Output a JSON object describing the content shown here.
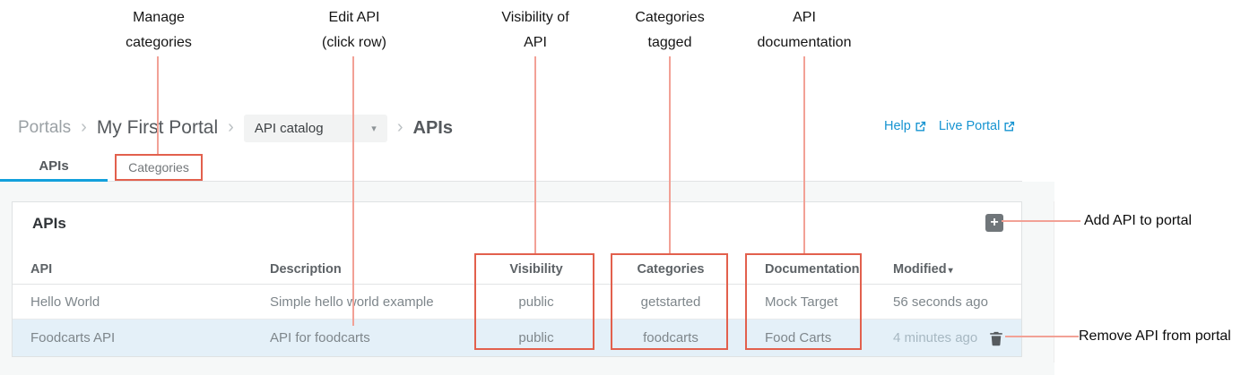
{
  "colors": {
    "annotation_line": "#f2a196",
    "annotation_box": "#e2604d",
    "link_blue": "#1794d1",
    "tab_active_underline": "#12a0dc",
    "row_highlight": "#e4f0f8",
    "content_background": "#f6f8f8"
  },
  "icons": {
    "chevron": "›",
    "caret_down": "▾",
    "plus": "+",
    "sort_desc": "▾"
  },
  "annotations": {
    "top": [
      {
        "line1": "Manage",
        "line2": "categories"
      },
      {
        "line1": "Edit API",
        "line2": "(click row)"
      },
      {
        "line1": "Visibility of",
        "line2": "API"
      },
      {
        "line1": "Categories",
        "line2": "tagged"
      },
      {
        "line1": "API",
        "line2": "documentation"
      }
    ],
    "right": [
      {
        "label": "Add API to portal"
      },
      {
        "label": "Remove API from portal"
      }
    ]
  },
  "breadcrumb": {
    "root": "Portals",
    "portal": "My First Portal",
    "dropdown_value": "API catalog",
    "current": "APIs",
    "links": [
      {
        "label": "Help"
      },
      {
        "label": "Live Portal"
      }
    ]
  },
  "tabs": [
    {
      "label": "APIs",
      "active": true
    },
    {
      "label": "Categories",
      "active": false
    }
  ],
  "panel": {
    "title": "APIs",
    "table": {
      "columns": [
        "API",
        "Description",
        "Visibility",
        "Categories",
        "Documentation",
        "Modified"
      ],
      "rows": [
        {
          "api": "Hello World",
          "description": "Simple hello world example",
          "visibility": "public",
          "categories": "getstarted",
          "documentation": "Mock Target",
          "modified": "56 seconds ago"
        },
        {
          "api": "Foodcarts API",
          "description": "API for foodcarts",
          "visibility": "public",
          "categories": "foodcarts",
          "documentation": "Food Carts",
          "modified": "4 minutes ago"
        }
      ]
    }
  }
}
